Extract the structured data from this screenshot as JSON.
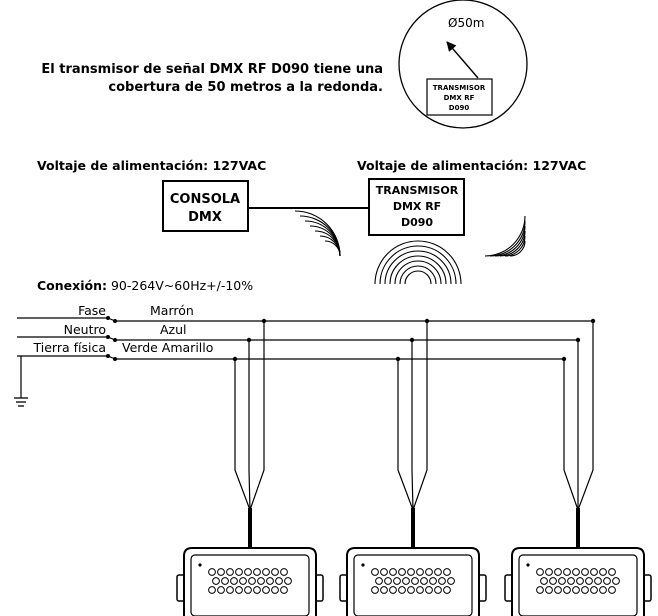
{
  "coverage": {
    "line1": "El transmisor de señal DMX RF D090 tiene una",
    "line2": "cobertura de 50 metros a la redonda.",
    "radius_label": "Ø50m",
    "transmitter_box": [
      "TRANSMISOR",
      "DMX RF",
      "D090"
    ]
  },
  "voltage_left": "Voltaje de alimentación: 127VAC",
  "voltage_right": "Voltaje de alimentación: 127VAC",
  "console": [
    "CONSOLA",
    "DMX"
  ],
  "transmitter": [
    "TRANSMISOR",
    "DMX RF",
    "D090"
  ],
  "connection": {
    "label": "Conexión:",
    "value": "90-264V~60Hz+/-10%"
  },
  "wires": [
    {
      "name": "Fase",
      "color": "Marrón"
    },
    {
      "name": "Neutro",
      "color": "Azul"
    },
    {
      "name": "Tierra física",
      "color": "Verde Amarillo"
    }
  ],
  "fixtures": [
    {},
    {},
    {}
  ]
}
